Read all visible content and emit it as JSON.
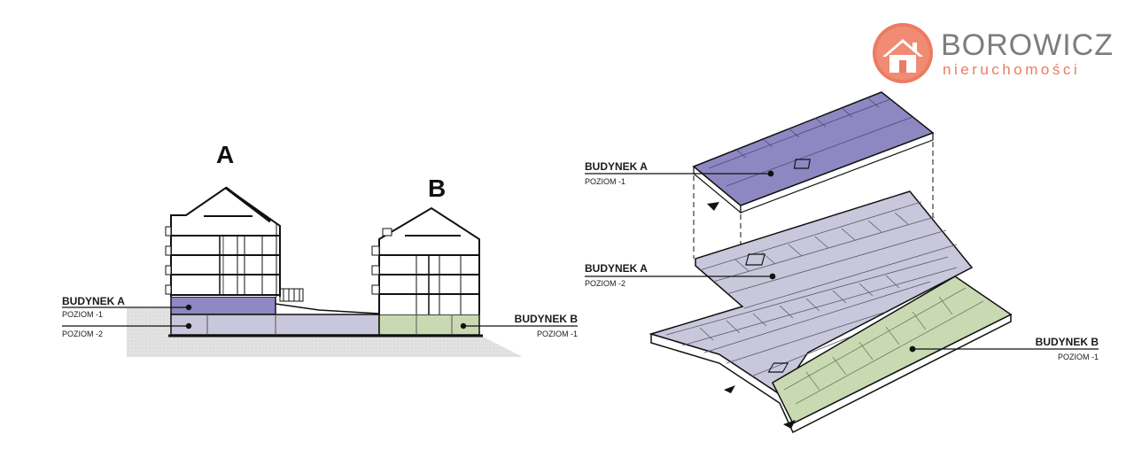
{
  "logo": {
    "name": "BOROWICZ",
    "tagline": "nieruchomości",
    "circle_color": "#ec7b62",
    "icon": "house-icon"
  },
  "colors": {
    "level_a_minus1": "#8e88c2",
    "level_a_minus2": "#c9c7db",
    "level_b_minus1": "#c9dab3",
    "ground": "#e3e3e3",
    "line": "#111111"
  },
  "section": {
    "building_a_letter": "A",
    "building_b_letter": "B",
    "labels": {
      "a_minus1": {
        "title": "BUDYNEK A",
        "level": "POZIOM -1"
      },
      "a_minus2": {
        "level": "POZIOM -2"
      },
      "b_minus1": {
        "title": "BUDYNEK B",
        "level": "POZIOM -1"
      }
    }
  },
  "axonometric": {
    "labels": {
      "a_minus1": {
        "title": "BUDYNEK A",
        "level": "POZIOM -1"
      },
      "a_minus2": {
        "title": "BUDYNEK A",
        "level": "POZIOM -2"
      },
      "b_minus1": {
        "title": "BUDYNEK B",
        "level": "POZIOM -1"
      }
    }
  }
}
